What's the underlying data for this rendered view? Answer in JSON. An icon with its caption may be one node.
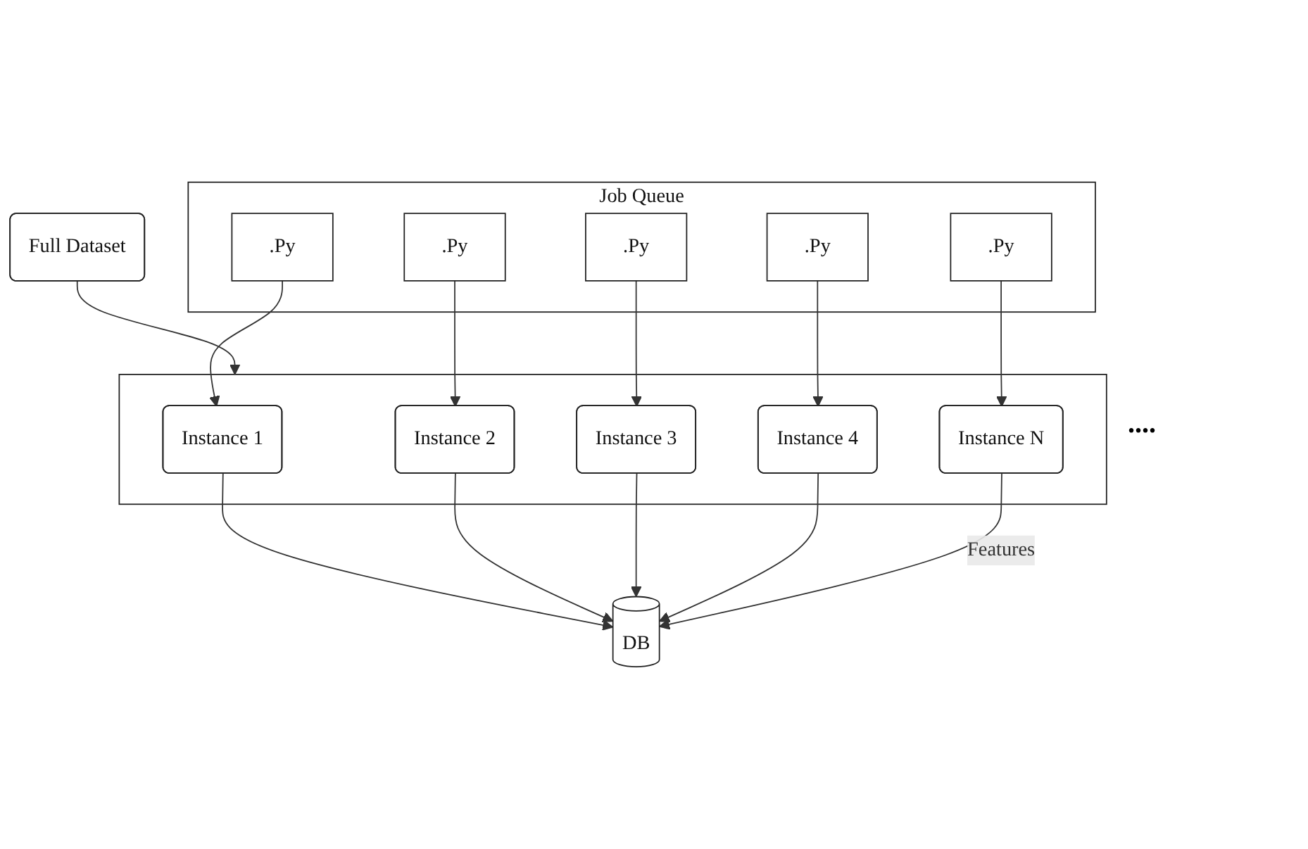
{
  "diagram": {
    "nodes": [
      {
        "text": [
          "Job Queue"
        ]
      },
      {
        "text": [
          ".Py"
        ],
        "in": 0
      },
      {
        "text": [
          ".Py"
        ],
        "in": 0
      },
      {
        "text": [
          ".Py"
        ],
        "in": 0
      },
      {
        "text": [
          ".Py"
        ],
        "in": 0
      },
      {
        "text": [
          ".Py"
        ],
        "in": 0
      },
      {
        "text": [
          "Full Dataset"
        ]
      },
      {
        "text": [],
        "shape": "box"
      },
      {
        "text": [
          "Instance 1"
        ],
        "in": 7
      },
      {
        "text": [
          "Instance 2"
        ],
        "in": 7
      },
      {
        "text": [
          "Instance 3"
        ],
        "in": 7
      },
      {
        "text": [
          "Instance 4"
        ],
        "in": 7
      },
      {
        "text": [
          "Instance N"
        ],
        "in": 7
      },
      {
        "text": [
          "DB"
        ]
      }
    ],
    "edges": [
      {
        "from": 1,
        "to": 12,
        "arrow": "to"
      },
      {
        "from": 2,
        "to": 11,
        "arrow": "to"
      },
      {
        "from": 3,
        "to": 10,
        "arrow": "to"
      },
      {
        "from": 4,
        "to": 8,
        "arrow": "to"
      },
      {
        "from": 5,
        "to": 9,
        "arrow": "to"
      },
      {
        "from": 6,
        "to": 7,
        "arrow": "to"
      },
      {
        "from": 8,
        "to": 13,
        "arrow": "to"
      },
      {
        "from": 9,
        "to": 13,
        "arrow": "to"
      },
      {
        "from": 10,
        "to": 13,
        "arrow": "to"
      },
      {
        "from": 11,
        "to": 13,
        "arrow": "to"
      },
      {
        "from": 12,
        "to": 13,
        "arrow": "to",
        "label": "Features"
      }
    ],
    "labels": [
      "...."
    ]
  }
}
